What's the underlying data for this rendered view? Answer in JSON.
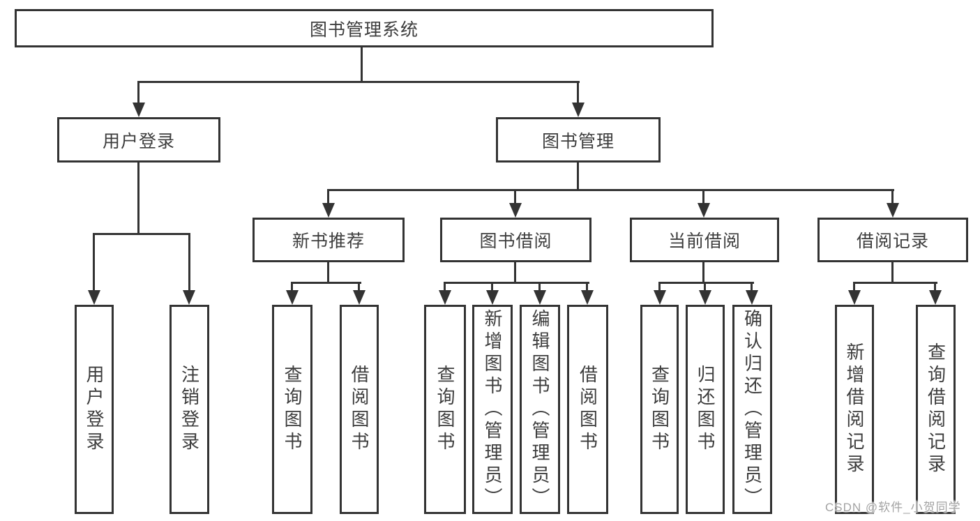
{
  "colors": {
    "background": "#ffffff",
    "line": "#333333",
    "text": "#3d3d3d",
    "watermark": "#a3a3a3"
  },
  "watermark": {
    "text": "CSDN @软件_小贺同学"
  },
  "diagram": {
    "root": {
      "label": "图书管理系统"
    },
    "children": [
      {
        "label": "用户登录",
        "children": [
          {
            "label": "用户登录"
          },
          {
            "label": "注销登录"
          }
        ]
      },
      {
        "label": "图书管理",
        "children": [
          {
            "label": "新书推荐",
            "children": [
              {
                "label": "查询图书"
              },
              {
                "label": "借阅图书"
              }
            ]
          },
          {
            "label": "图书借阅",
            "children": [
              {
                "label": "查询图书"
              },
              {
                "label": "新增图书（管理员）"
              },
              {
                "label": "编辑图书（管理员）"
              },
              {
                "label": "借阅图书"
              }
            ]
          },
          {
            "label": "当前借阅",
            "children": [
              {
                "label": "查询图书"
              },
              {
                "label": "归还图书"
              },
              {
                "label": "确认归还（管理员）"
              }
            ]
          },
          {
            "label": "借阅记录",
            "children": [
              {
                "label": "新增借阅记录"
              },
              {
                "label": "查询借阅记录"
              }
            ]
          }
        ]
      }
    ]
  }
}
